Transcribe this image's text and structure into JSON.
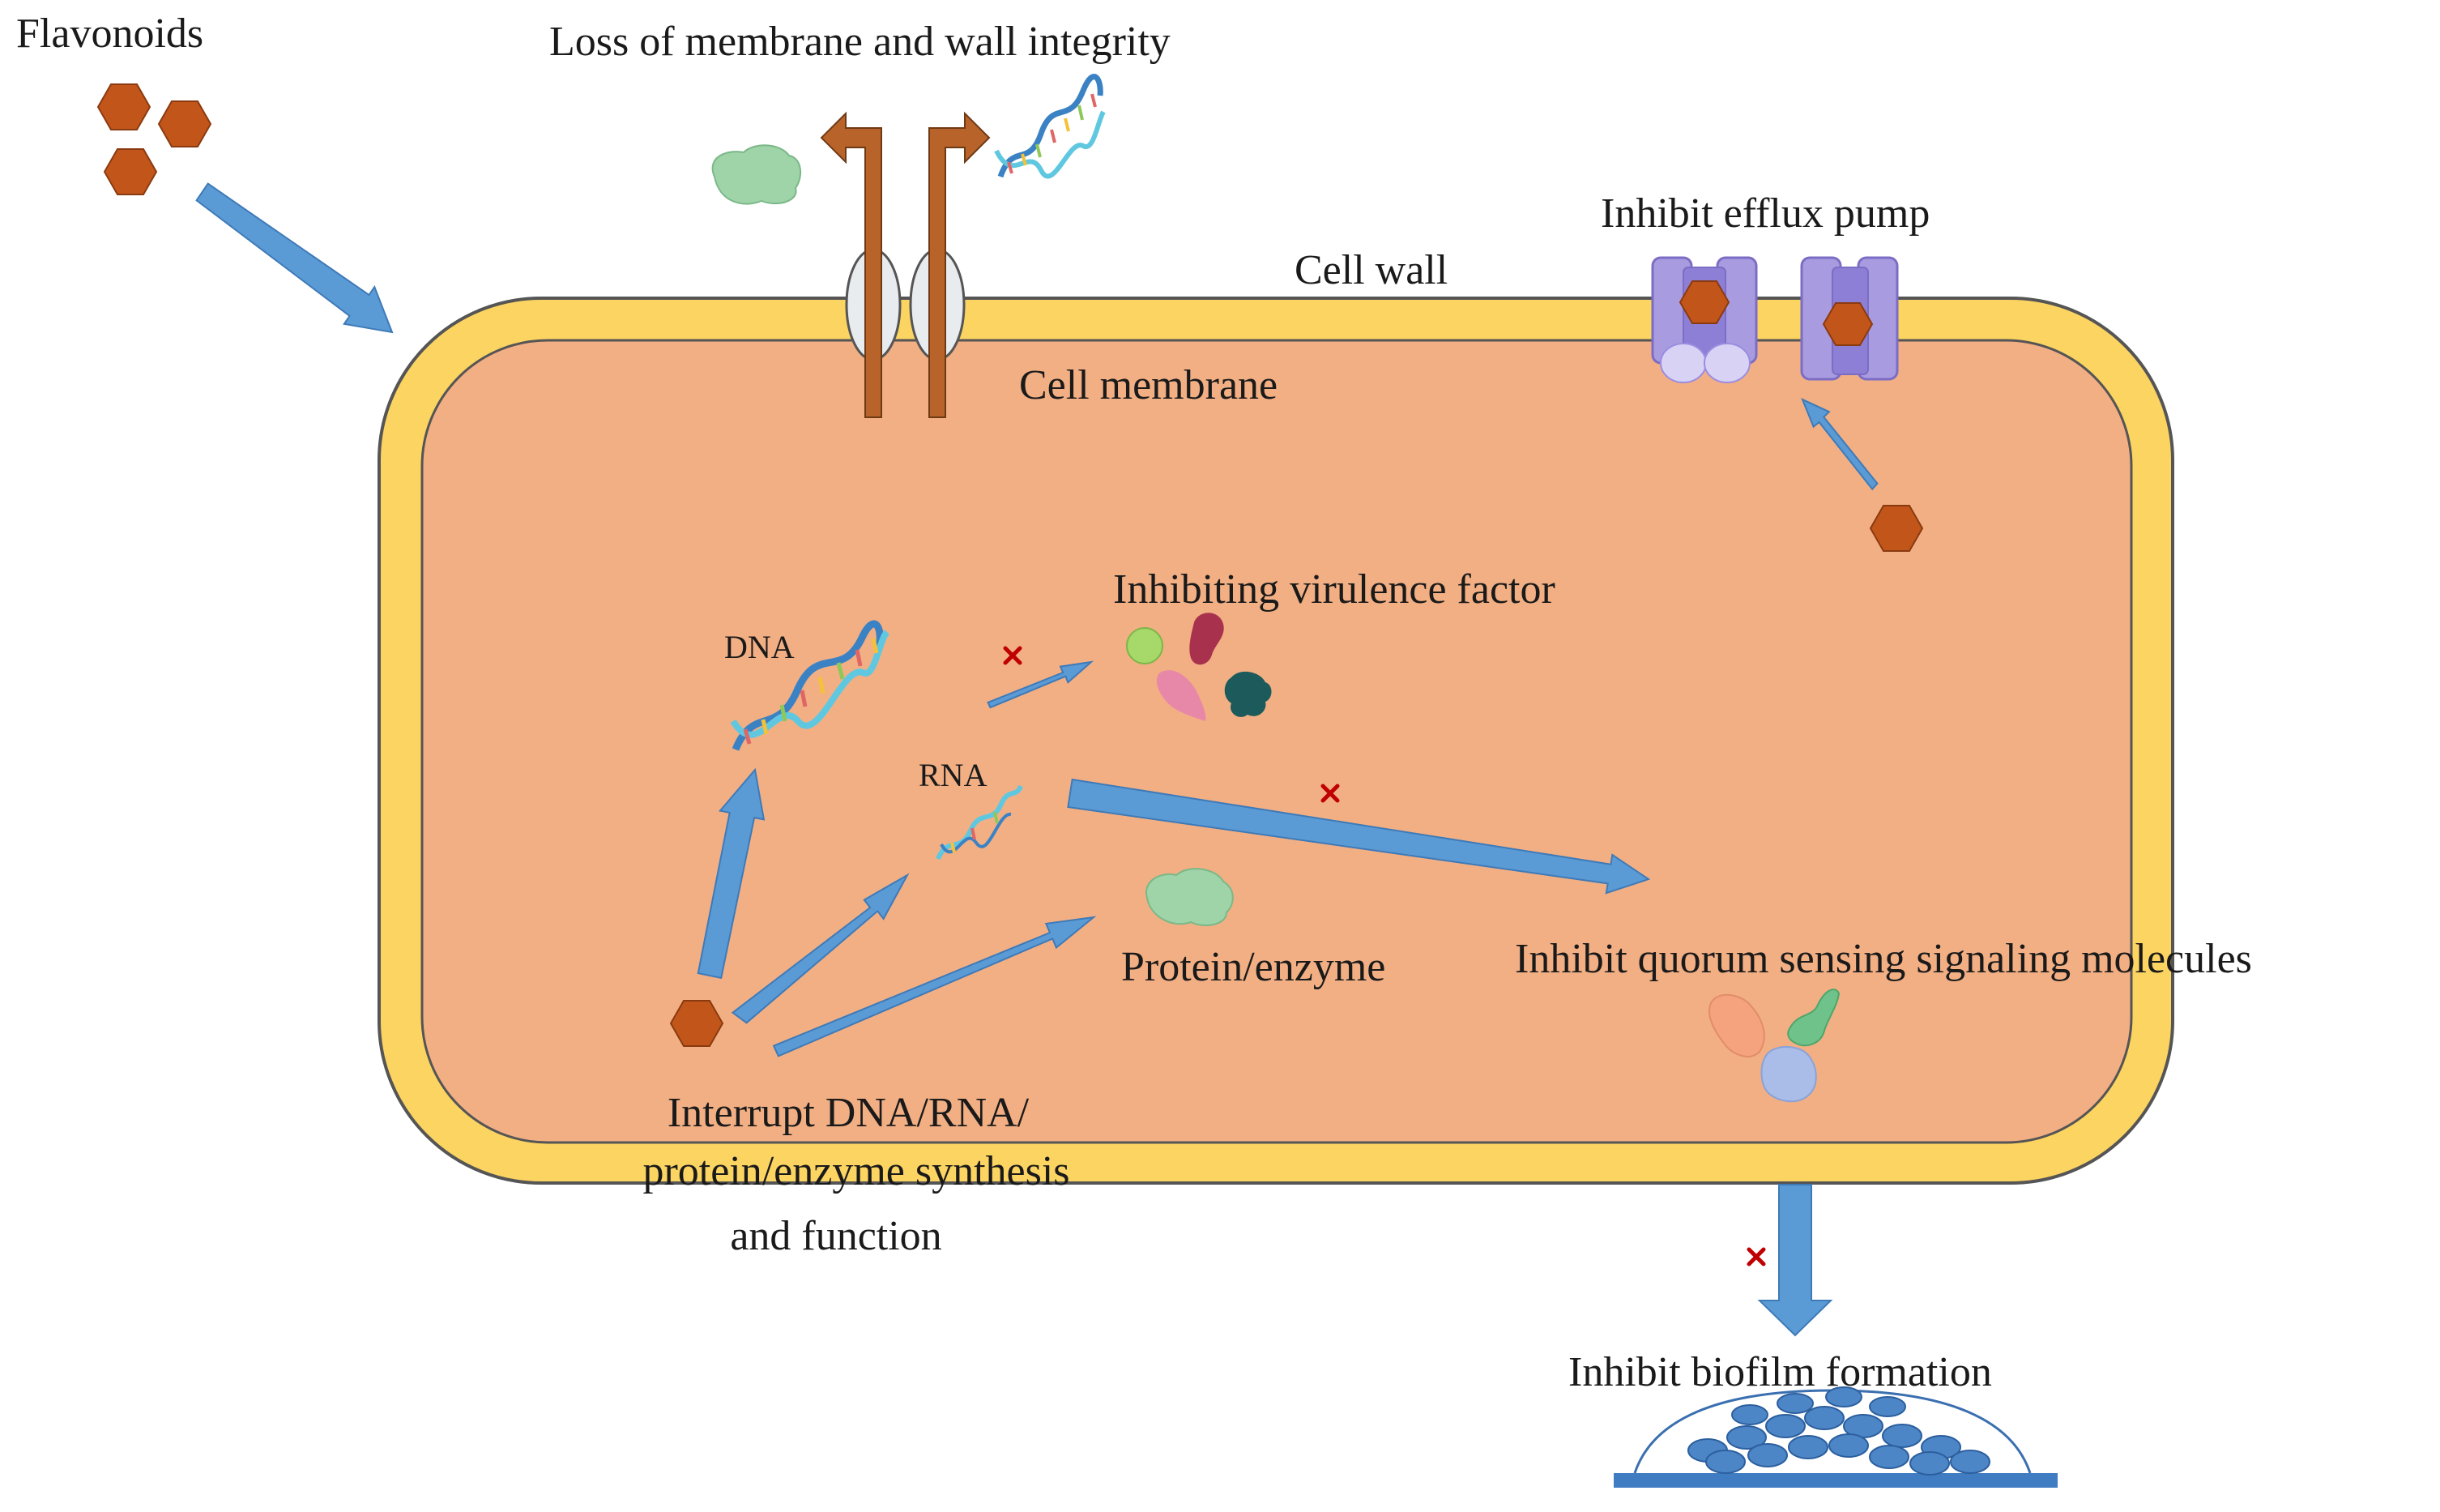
{
  "labels": {
    "flavonoids": "Flavonoids",
    "loss_integrity": "Loss of membrane and wall integrity",
    "inhibit_efflux": "Inhibit efflux pump",
    "cell_wall": "Cell wall",
    "cell_membrane": "Cell membrane",
    "inhibiting_virulence": "Inhibiting virulence factor",
    "dna": "DNA",
    "rna": "RNA",
    "protein_enzyme": "Protein/enzyme",
    "inhibit_quorum": "Inhibit quorum sensing signaling molecules",
    "interrupt_line1": "Interrupt DNA/RNA/",
    "interrupt_line2": "protein/enzyme synthesis",
    "interrupt_line3": "and function",
    "inhibit_biofilm": "Inhibit biofilm formation"
  },
  "colors": {
    "cell_wall": "#fcd462",
    "cytoplasm": "#f2af84",
    "outline": "#555555",
    "flavonoid": "#c2561a",
    "arrow": "#5b9bd5",
    "arrow_edge": "#3e7ab8",
    "block_mark": "#c00000",
    "pump": "#a99be0",
    "channel": "#b8632a",
    "biofilm": "#4d86c6"
  }
}
